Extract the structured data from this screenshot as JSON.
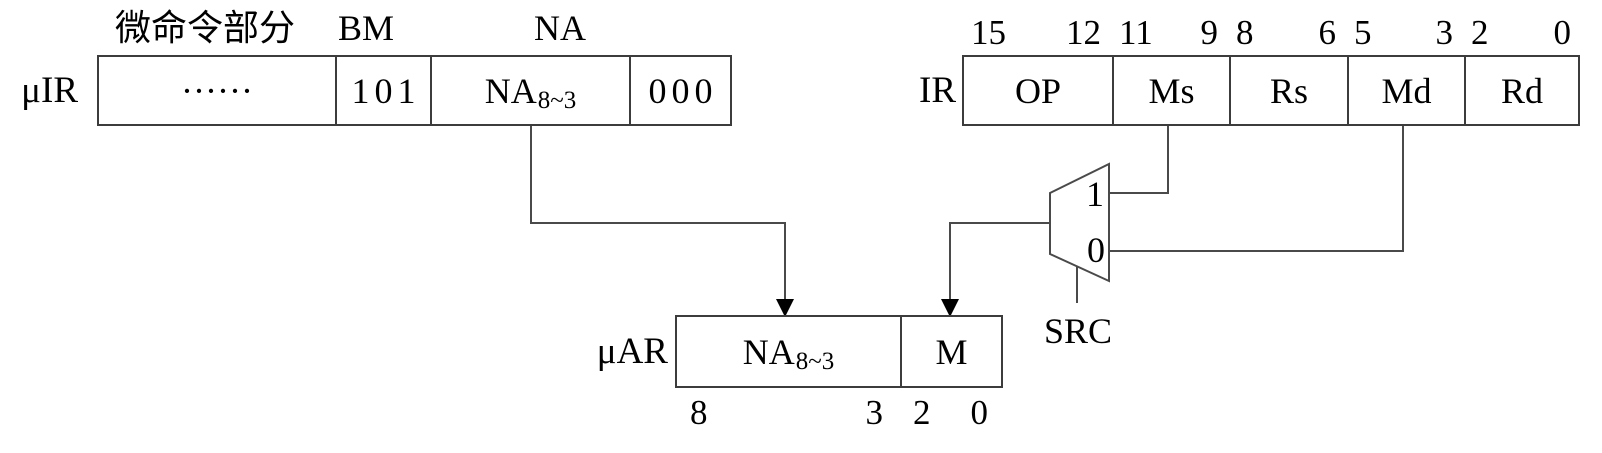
{
  "uir": {
    "label": "μIR",
    "top_labels": {
      "micro_command": "微命令部分",
      "bm": "BM",
      "na": "NA"
    },
    "fields": {
      "micro_command_value": "······",
      "bm_value": "101",
      "na_high_main": "NA",
      "na_high_sub": "8~3",
      "na_low_value": "000"
    }
  },
  "ir": {
    "label": "IR",
    "fields": [
      {
        "name": "OP",
        "bit_hi": "15",
        "bit_lo": "12"
      },
      {
        "name": "Ms",
        "bit_hi": "11",
        "bit_lo": "9"
      },
      {
        "name": "Rs",
        "bit_hi": "8",
        "bit_lo": "6"
      },
      {
        "name": "Md",
        "bit_hi": "5",
        "bit_lo": "3"
      },
      {
        "name": "Rd",
        "bit_hi": "2",
        "bit_lo": "0"
      }
    ]
  },
  "uar": {
    "label": "μAR",
    "fields": {
      "na_main": "NA",
      "na_sub": "8~3",
      "m_value": "M"
    },
    "bits": {
      "na_hi": "8",
      "na_lo": "3",
      "m_hi": "2",
      "m_lo": "0"
    }
  },
  "mux": {
    "input_1": "1",
    "input_0": "0",
    "select_label": "SRC"
  },
  "colors": {
    "line": "#4a4a4a",
    "border": "#3c3c3c",
    "text": "#000000",
    "background": "#ffffff"
  }
}
